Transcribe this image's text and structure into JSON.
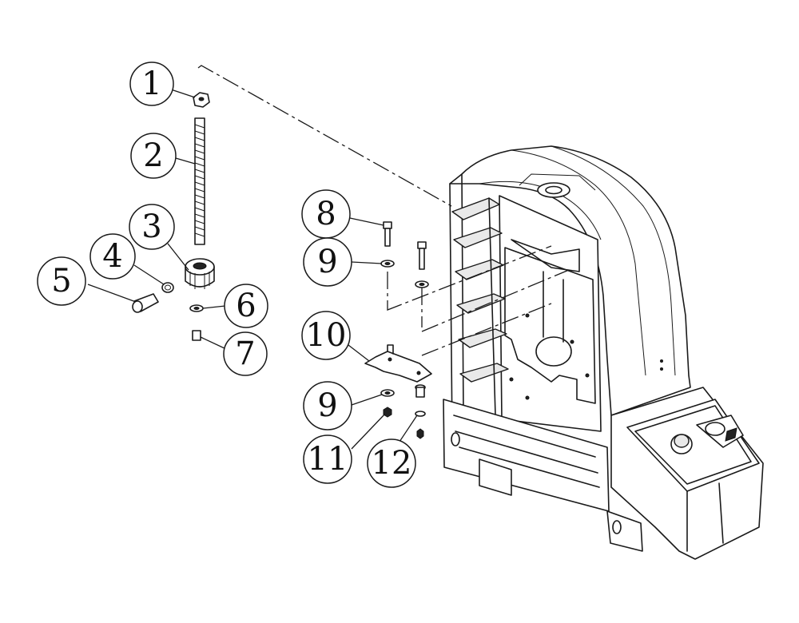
{
  "callouts": [
    {
      "label": "1"
    },
    {
      "label": "2"
    },
    {
      "label": "3"
    },
    {
      "label": "4"
    },
    {
      "label": "5"
    },
    {
      "label": "6"
    },
    {
      "label": "7"
    },
    {
      "label": "8"
    },
    {
      "label": "9"
    },
    {
      "label": "10"
    },
    {
      "label": "9"
    },
    {
      "label": "11"
    },
    {
      "label": "12"
    }
  ]
}
